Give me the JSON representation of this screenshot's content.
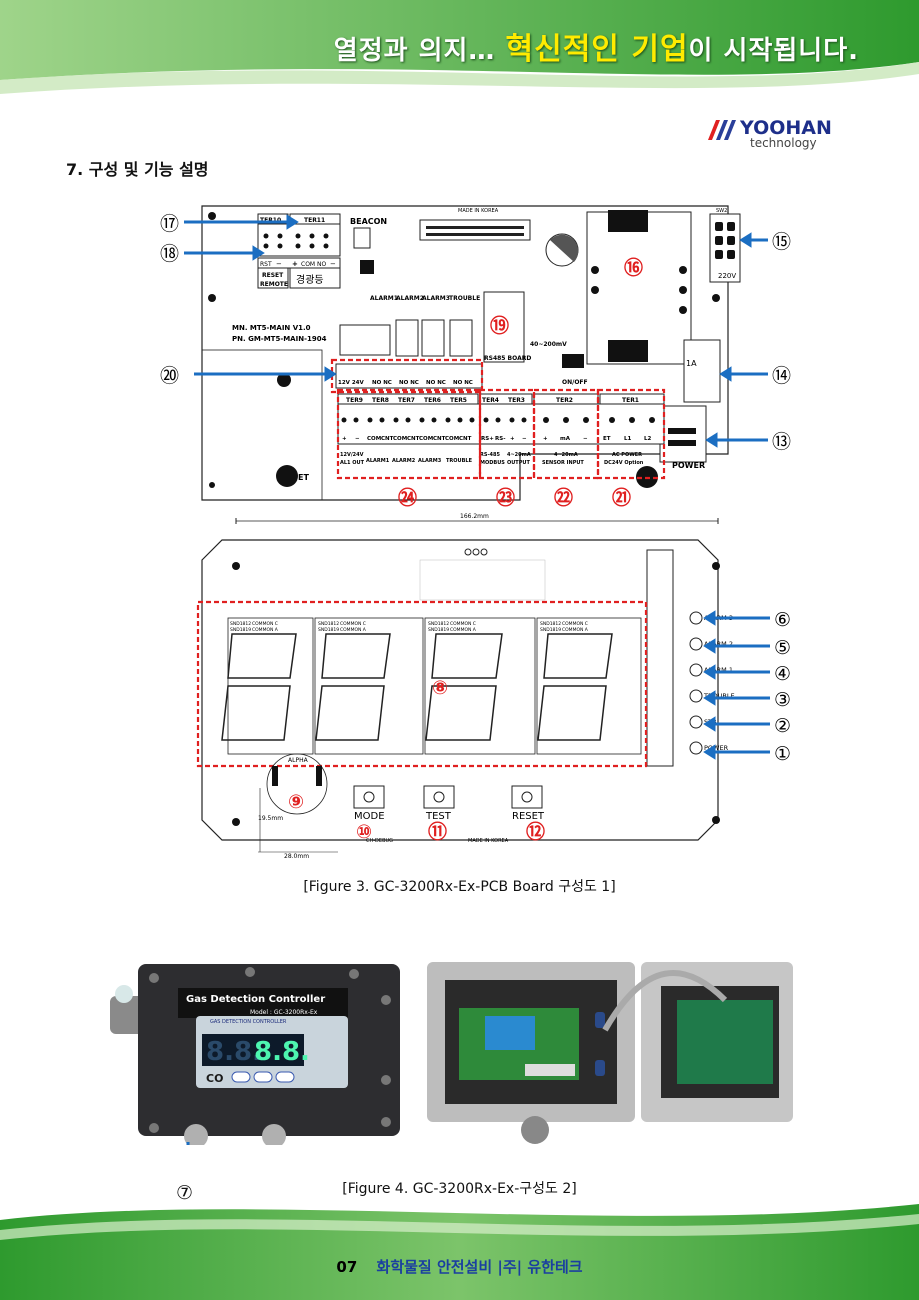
{
  "header": {
    "slogan_pre": "열정과 의지…",
    "slogan_highlight": "혁신적인 기업",
    "slogan_post": "이 시작됩니다.",
    "logo_main": "YOOHAN",
    "logo_sub": "technology"
  },
  "section_title": "7. 구성 및 기능 설명",
  "fig3": {
    "caption": "[Figure 3. GC-3200Rx-Ex-PCB Board 구성도 1]",
    "main_board": {
      "made_in": "MADE IN KOREA",
      "model_mn": "MN. MT5-MAIN V1.0",
      "model_pn": "PN. GM-MT5-MAIN-1904",
      "ter10": "TER10",
      "ter11": "TER11",
      "beacon": "BEACON",
      "rst": "RST",
      "minus": "−",
      "plus": "+",
      "com": "COM",
      "no": "NO",
      "reset_remote_1": "RESET",
      "reset_remote_2": "REMOTE",
      "gyeonggwangdeung": "경광등",
      "alarm1": "ALARM1",
      "alarm2": "ALARM2",
      "alarm3": "ALARM3",
      "trouble": "TROUBLE",
      "rs485_board": "RS485 BOARD",
      "range_40_200": "40~200mV",
      "on_off": "ON/OFF",
      "sw2": "SW2",
      "v220": "220V",
      "fuse_1a": "1A",
      "v12_24": "12V 24V",
      "no_nc": "NO NC",
      "ter9": "TER9",
      "ter8": "TER8",
      "ter7": "TER7",
      "ter6": "TER6",
      "ter5": "TER5",
      "ter4": "TER4",
      "ter3": "TER3",
      "ter2": "TER2",
      "ter1": "TER1",
      "cnt": "CNT",
      "rs_plus": "RS+",
      "rs_minus": "RS-",
      "ma": "mA",
      "et": "ET",
      "l1": "L1",
      "l2": "L2",
      "lbl_12v24v": "12V/24V",
      "lbl_al1out": "AL1 OUT",
      "lbl_alarm1": "ALARM1",
      "lbl_alarm2": "ALARM2",
      "lbl_alarm3": "ALARM3",
      "lbl_trouble": "TROUBLE",
      "lbl_rs485": "RS-485",
      "lbl_modbus": "MODBUS",
      "lbl_420ma": "4~20mA",
      "lbl_output": "OUTPUT",
      "lbl_420ma_2": "4~20mA",
      "lbl_sensor_input": "SENSOR INPUT",
      "lbl_ac_power": "AC POWER",
      "lbl_dc24v": "DC24V Option",
      "power": "POWER",
      "et_left": "ET"
    },
    "display_board": {
      "dim_width": "166.2mm",
      "dim_19": "19.5mm",
      "dim_28": "28.0mm",
      "alpha": "ALPHA",
      "seg_label_1": "SND1812",
      "seg_label_2": "SND1819",
      "common_c": "COMMON C",
      "common_a": "COMMON A",
      "led_alarm3": "ALARM 3",
      "led_alarm2": "ALARM 2",
      "led_alarm1": "ALARM 1",
      "led_trouble": "TROUBLE",
      "led_stb": "STB",
      "led_power": "POWER",
      "btn_mode": "MODE",
      "btn_test": "TEST",
      "btn_reset": "RESET",
      "ch_debug": "CH-DEBUG",
      "made_in": "MADE IN KOREA"
    },
    "callouts": [
      "①",
      "②",
      "③",
      "④",
      "⑤",
      "⑥",
      "⑦",
      "⑧",
      "⑨",
      "⑩",
      "⑪",
      "⑫",
      "⑬",
      "⑭",
      "⑮",
      "⑯",
      "⑰",
      "⑱",
      "⑲",
      "⑳",
      "㉑",
      "㉒",
      "㉓",
      "㉔"
    ]
  },
  "fig4": {
    "caption": "[Figure 4. GC-3200Rx-Ex-구성도 2]",
    "plate_title": "Gas Detection Controller",
    "plate_model": "Model : GC-3200Rx-Ex",
    "panel_title": "GAS DETECTION CONTROLLER",
    "digits_dim": "8.8.",
    "digits_lit": "8.8.",
    "gas": "CO"
  },
  "footer": {
    "page": "07",
    "company": "화학물질 안전설비 |주| 유한테크"
  },
  "colors": {
    "accent_green": "#3aa836",
    "callout_blue": "#1b6ec2",
    "callout_red": "#e02020",
    "highlight_yellow": "#ffeb00",
    "footer_blue": "#1a3fa0"
  }
}
